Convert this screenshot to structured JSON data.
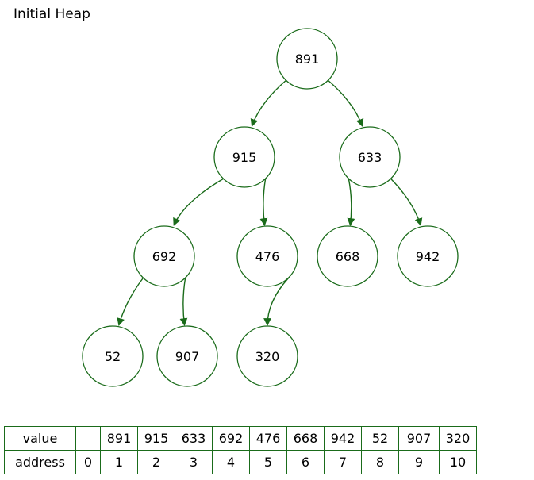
{
  "title": "Initial Heap",
  "colors": {
    "node_stroke": "#1a6b1a",
    "edge": "#1a6b1a"
  },
  "tree": {
    "nodes": [
      {
        "id": 1,
        "label": "891"
      },
      {
        "id": 2,
        "label": "915"
      },
      {
        "id": 3,
        "label": "633"
      },
      {
        "id": 4,
        "label": "692"
      },
      {
        "id": 5,
        "label": "476"
      },
      {
        "id": 6,
        "label": "668"
      },
      {
        "id": 7,
        "label": "942"
      },
      {
        "id": 8,
        "label": "52"
      },
      {
        "id": 9,
        "label": "907"
      },
      {
        "id": 10,
        "label": "320"
      }
    ],
    "edges": [
      [
        1,
        2
      ],
      [
        1,
        3
      ],
      [
        2,
        4
      ],
      [
        2,
        5
      ],
      [
        3,
        6
      ],
      [
        3,
        7
      ],
      [
        4,
        8
      ],
      [
        4,
        9
      ],
      [
        5,
        10
      ]
    ]
  },
  "table": {
    "value_label": "value",
    "address_label": "address",
    "values": [
      "",
      "891",
      "915",
      "633",
      "692",
      "476",
      "668",
      "942",
      "52",
      "907",
      "320"
    ],
    "addresses": [
      "0",
      "1",
      "2",
      "3",
      "4",
      "5",
      "6",
      "7",
      "8",
      "9",
      "10"
    ]
  }
}
